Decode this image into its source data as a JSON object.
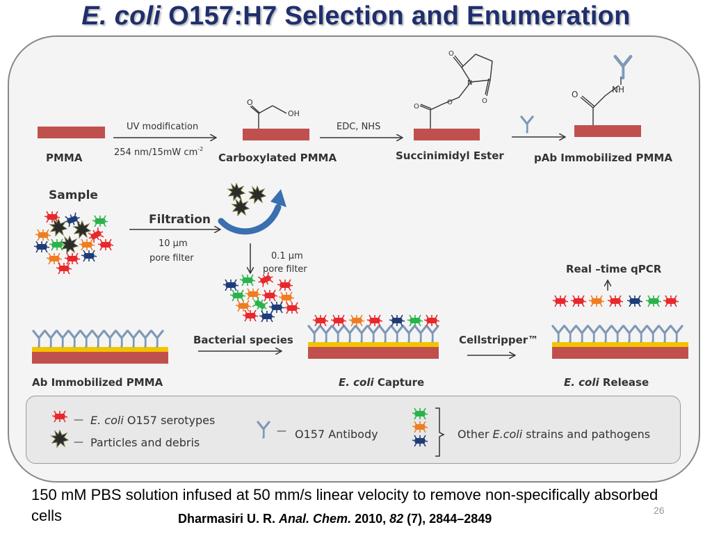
{
  "title": {
    "italic": "E. coli",
    "rest": " O157:H7 Selection and Enumeration"
  },
  "step1": {
    "pmma": "PMMA",
    "uv": "UV modification",
    "uv_cond_pre": "254 nm/15mW cm",
    "uv_cond_exp": "-2",
    "carboxylated": "Carboxylated  PMMA",
    "oh": "OH",
    "edc": "EDC, NHS",
    "succinimidyl": "Succinimidyl  Ester",
    "pab": "pAb Immobilized PMMA",
    "o": "O",
    "nh": "NH"
  },
  "step2": {
    "sample": "Sample",
    "filtration": "Filtration",
    "pore10_a": "10 μm",
    "pore10_b": "pore filter",
    "pore01_a": "0.1 μm",
    "pore01_b": "pore filter",
    "qpcr": "Real –time qPCR"
  },
  "step3": {
    "ab": "Ab Immobilized PMMA",
    "bacterial": "Bacterial species",
    "capture_i": "E. coli",
    "capture_r": " Capture",
    "cellstripper": "Cellstripper™",
    "release_i": "E. coli",
    "release_r": " Release"
  },
  "legend": {
    "dash": "—",
    "ecoli_i": "E. coli",
    "ecoli_r": " O157 serotypes",
    "particles": "Particles and debris",
    "antibody": "O157 Antibody",
    "other_a": "Other ",
    "other_i": "E.coli",
    "other_b": " strains and pathogens"
  },
  "caption": "150 mM PBS solution infused at 50 mm/s linear velocity to remove  non-specifically absorbed cells",
  "citation": {
    "authors": "Dharmasiri U. R. ",
    "journal": "Anal. Chem.",
    "year": " 2010, ",
    "volume": "82",
    "rest": " (7), 2844–2849"
  },
  "page_number": "26",
  "colors": {
    "title": "#1f2f6e",
    "pmma_bar": "#c0504d",
    "gold": "#f2c400",
    "antibody_arm": "#7f98b8",
    "red_bug": "#e8282c",
    "green_bug": "#2ab34a",
    "orange_bug": "#ef7d22",
    "navy_bug": "#1e3d78",
    "debris": "#2b2b2b",
    "arrow_blue": "#3a6fb0"
  }
}
